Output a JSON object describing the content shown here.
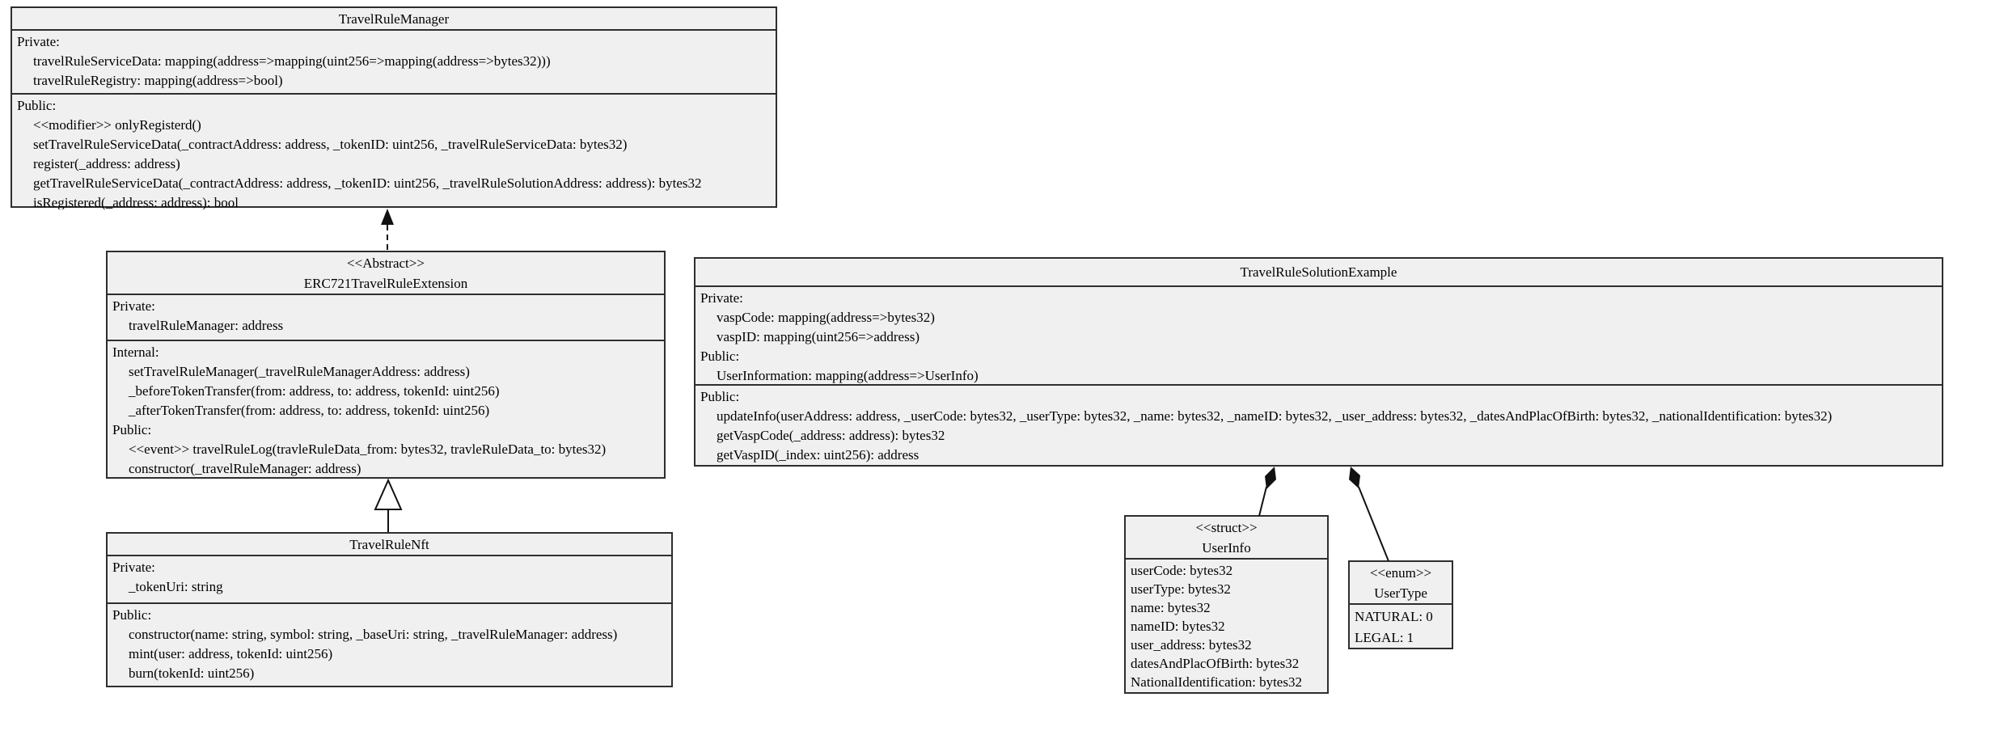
{
  "diagram_type": "uml-class-diagram",
  "colors": {
    "node_fill": "#f0f0f0",
    "node_border": "#2e2e2e",
    "background": "#ffffff",
    "text": "#000000"
  },
  "classes": {
    "manager": {
      "title": "TravelRuleManager",
      "private": [
        "Private:",
        "travelRuleServiceData: mapping(address=>mapping(uint256=>mapping(address=>bytes32)))",
        "travelRuleRegistry: mapping(address=>bool)"
      ],
      "public": [
        "Public:",
        "<<modifier>> onlyRegisterd()",
        "setTravelRuleServiceData(_contractAddress: address, _tokenID: uint256, _travelRuleServiceData: bytes32)",
        "register(_address: address)",
        "getTravelRuleServiceData(_contractAddress: address, _tokenID: uint256, _travelRuleSolutionAddress: address): bytes32",
        "isRegistered(_address: address): bool"
      ]
    },
    "erc721": {
      "stereotype": "<<Abstract>>",
      "title": "ERC721TravelRuleExtension",
      "private": [
        "Private:",
        "travelRuleManager: address"
      ],
      "ops": [
        "Internal:",
        "setTravelRuleManager(_travelRuleManagerAddress: address)",
        "_beforeTokenTransfer(from: address, to: address, tokenId: uint256)",
        "_afterTokenTransfer(from: address, to: address, tokenId: uint256)",
        "Public:",
        "<<event>> travelRuleLog(travleRuleData_from: bytes32, travleRuleData_to: bytes32)",
        "constructor(_travelRuleManager: address)"
      ]
    },
    "solution": {
      "title": "TravelRuleSolutionExample",
      "attrs": [
        "Private:",
        "vaspCode: mapping(address=>bytes32)",
        "vaspID: mapping(uint256=>address)",
        "Public:",
        "UserInformation: mapping(address=>UserInfo)"
      ],
      "ops": [
        "Public:",
        "updateInfo(userAddress: address, _userCode: bytes32, _userType: bytes32, _name: bytes32, _nameID: bytes32, _user_address: bytes32, _datesAndPlacOfBirth: bytes32, _nationalIdentification: bytes32)",
        "getVaspCode(_address: address): bytes32",
        "getVaspID(_index: uint256): address"
      ]
    },
    "nft": {
      "title": "TravelRuleNft",
      "private": [
        "Private:",
        "_tokenUri: string"
      ],
      "public": [
        "Public:",
        "constructor(name: string, symbol: string, _baseUri: string, _travelRuleManager: address)",
        "mint(user: address, tokenId: uint256)",
        "burn(tokenId: uint256)"
      ]
    },
    "userinfo": {
      "stereotype": "<<struct>>",
      "title": "UserInfo",
      "fields": [
        "userCode: bytes32",
        "userType: bytes32",
        "name: bytes32",
        "nameID: bytes32",
        "user_address: bytes32",
        "datesAndPlacOfBirth: bytes32",
        "NationalIdentification: bytes32"
      ]
    },
    "usertype": {
      "stereotype": "<<enum>>",
      "title": "UserType",
      "values": [
        "NATURAL: 0",
        "LEGAL: 1"
      ]
    }
  },
  "relations": [
    {
      "from": "ERC721TravelRuleExtension",
      "to": "TravelRuleManager",
      "type": "dependency (dashed arrow)"
    },
    {
      "from": "TravelRuleNft",
      "to": "ERC721TravelRuleExtension",
      "type": "generalization (hollow triangle)"
    },
    {
      "from": "TravelRuleSolutionExample",
      "to": "UserInfo",
      "type": "composition (filled diamond)"
    },
    {
      "from": "TravelRuleSolutionExample",
      "to": "UserType",
      "type": "composition (filled diamond)"
    }
  ]
}
